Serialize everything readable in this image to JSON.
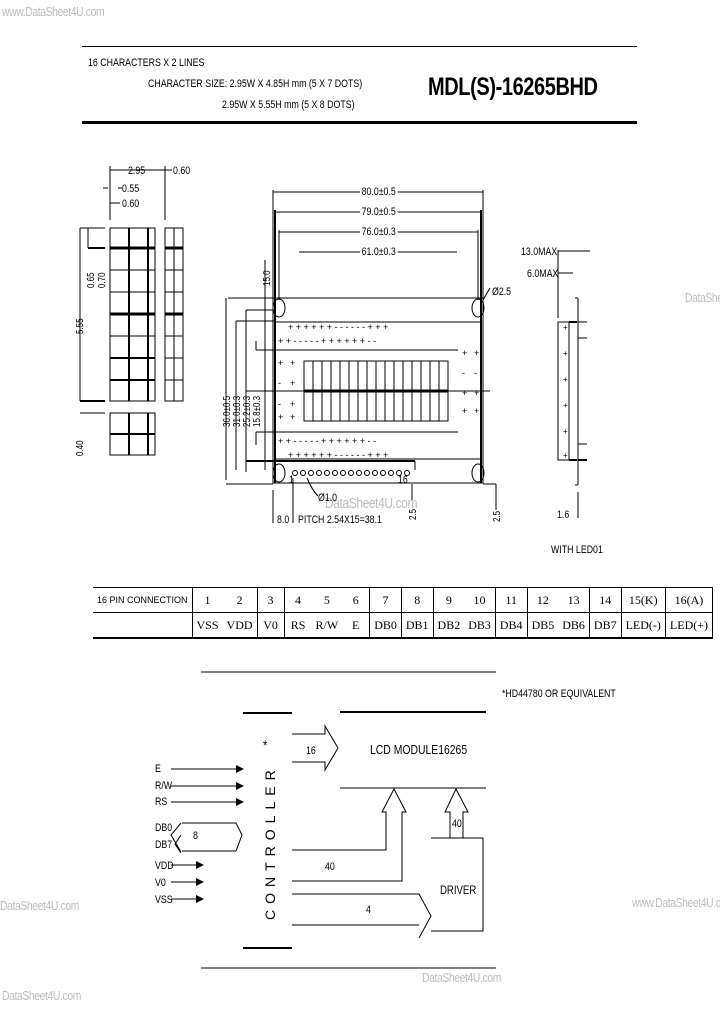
{
  "watermarks": {
    "top_left": "www.DataSheet4U.com",
    "right_mid": "DataShe",
    "center_drawing": "DataSheet4U.com",
    "left_mid": "DataSheet4U.com",
    "right_lower": "www.DataSheet4U.com",
    "bottom_center": "DataSheet4U.com",
    "bottom_left": "DataSheet4U.com"
  },
  "header": {
    "line1": "16 CHARACTERS X 2 LINES",
    "line2": "CHARACTER SIZE: 2.95W X 4.85H mm (5 X 7 DOTS)",
    "line3": "2.95W X 5.55H mm (5 X 8 DOTS)",
    "model": "MDL(S)-16265BHD"
  },
  "char_detail": {
    "dim_width": "2.95",
    "dim_gap": "0.60",
    "dim_dot_w": "0.55",
    "dim_dot_pitch": "0.60",
    "dim_dot_h": "0.65",
    "dim_dot_vpitch": "0.70",
    "dim_height": "5.55",
    "dim_cursor": "0.40"
  },
  "front_view": {
    "dim_overall": "80.0±0.5",
    "dim_bezel": "79.0±0.5",
    "dim_view": "76.0±0.3",
    "dim_active": "61.0±0.3",
    "dim_hole": "Ø2.5",
    "dim_top_offset": "15.0",
    "dim_h1": "36.0±0.5",
    "dim_h2": "31.0±0.3",
    "dim_h3": "25.2±0.3",
    "dim_h4": "15.8±0.3",
    "pin_first": "1",
    "pin_last": "16",
    "pin_hole": "Ø1.0",
    "dim_left": "8.0",
    "dim_pitch": "PITCH 2.54X15=38.1",
    "dim_bottom": "2.5",
    "dim_right": "2.5"
  },
  "side_view": {
    "dim_max1": "13.0MAX",
    "dim_max2": "6.0MAX",
    "dim_pcb": "1.6",
    "caption": "WITH LED01"
  },
  "pin_table": {
    "header": "16 PIN CONNECTION",
    "numbers": [
      "1",
      "2",
      "3",
      "4",
      "5",
      "6",
      "7",
      "8",
      "9",
      "10",
      "11",
      "12",
      "13",
      "14",
      "15(K)",
      "16(A)"
    ],
    "signals": [
      "VSS",
      "VDD",
      "V0",
      "RS",
      "R/W",
      "E",
      "DB0",
      "DB1",
      "DB2",
      "DB3",
      "DB4",
      "DB5",
      "DB6",
      "DB7",
      "LED(-)",
      "LED(+)"
    ]
  },
  "block_diagram": {
    "note": "*HD44780 OR EQUIVALENT",
    "controller_label": "CONTROLLER",
    "controller_star": "*",
    "lcd_label": "LCD MODULE16265",
    "bus_to_lcd": "16",
    "inputs": [
      "E",
      "R/W",
      "RS"
    ],
    "data_bus_top": "DB0",
    "data_bus_bottom": "DB7",
    "data_bus_width": "8",
    "power": [
      "VDD",
      "V0",
      "VSS"
    ],
    "com_lines": "40",
    "ctrl_to_driver": "4",
    "driver_to_lcd": "40",
    "driver_label": "DRIVER"
  }
}
